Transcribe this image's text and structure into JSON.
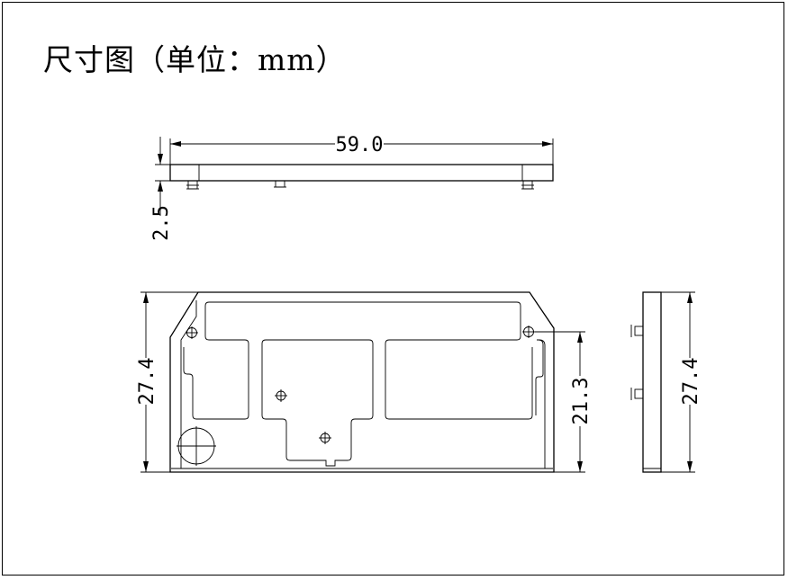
{
  "title": "尺寸图（单位：mm）",
  "dimensions": {
    "top_width": "59.0",
    "top_thickness": "2.5",
    "front_height": "27.4",
    "front_inner_height": "21.3",
    "side_height": "27.4"
  }
}
